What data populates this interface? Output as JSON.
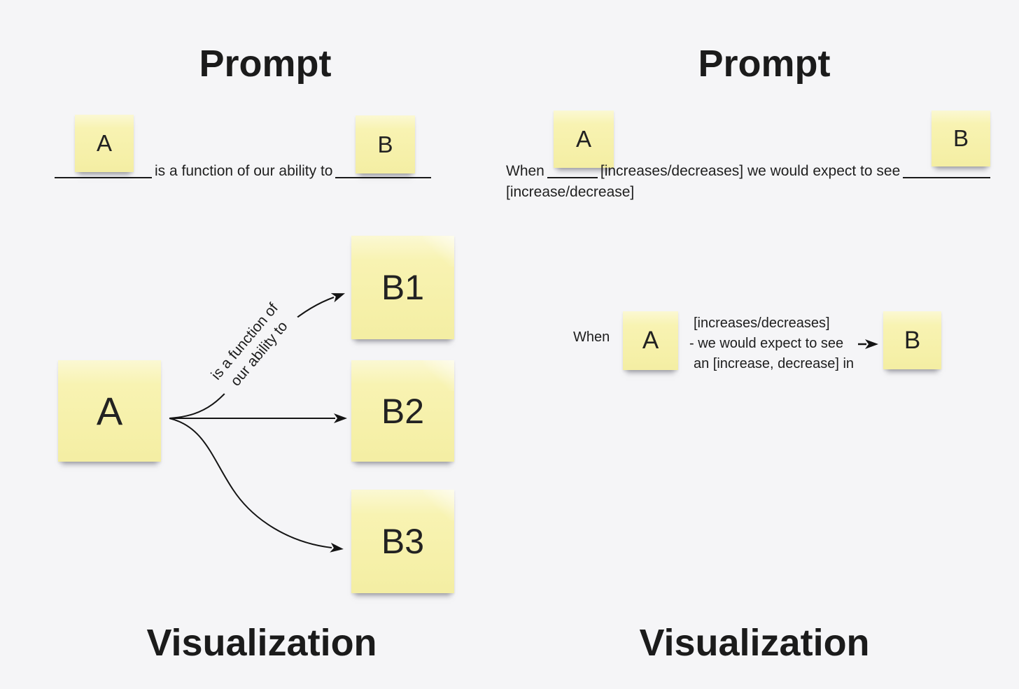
{
  "colors": {
    "background": "#f5f5f7",
    "sticky_base": "#f8f3b2",
    "sticky_highlight": "#fbf8d3",
    "sticky_shade": "#f4eea3",
    "ink": "#1b1b1b",
    "arrow_line": "#141414"
  },
  "left_panel": {
    "prompt_title": "Prompt",
    "viz_title": "Visualization",
    "prompt_sticky_a": "A",
    "prompt_sticky_b": "B",
    "prompt_sentence": "is a function of our ability to",
    "viz_sticky_a": "A",
    "viz_sticky_b1": "B1",
    "viz_sticky_b2": "B2",
    "viz_sticky_b3": "B3",
    "edge_label_line1": "is a function of",
    "edge_label_line2": "our ability to"
  },
  "right_panel": {
    "prompt_title": "Prompt",
    "viz_title": "Visualization",
    "prompt_sticky_a": "A",
    "prompt_sticky_b": "B",
    "prompt_line1_start": "When",
    "prompt_line1_mid": "[increases/decreases] we would expect to see",
    "prompt_line2": "[increase/decrease]",
    "viz_when": "When",
    "viz_sticky_a": "A",
    "viz_line1": "[increases/decreases]",
    "viz_line2": "- we would expect to see",
    "viz_line3": "an [increase, decrease] in",
    "viz_sticky_b": "B"
  }
}
